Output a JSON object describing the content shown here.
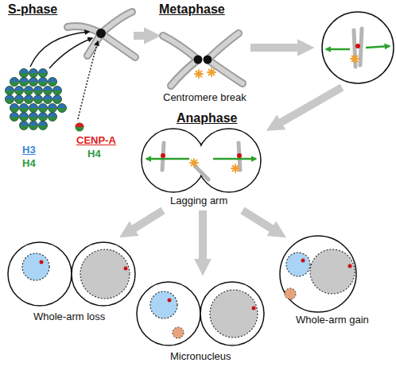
{
  "diagram": {
    "labels": [
      "S-phase",
      "Metaphase",
      "CENP-A",
      "H3",
      "H4",
      "H4",
      "Centromere break",
      "Anaphase",
      "Lagging arm",
      "Whole-arm loss",
      "Whole-arm gain",
      "Micronucleus"
    ]
  }
}
